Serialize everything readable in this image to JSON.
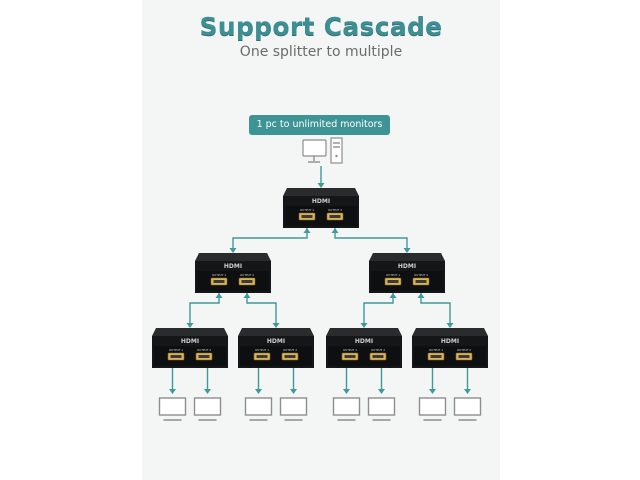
{
  "title": "Support Cascade",
  "subtitle": "One splitter to multiple",
  "badge": "1 pc to unlimited monitors",
  "splitter": {
    "brand": "HDMI",
    "port_labels": [
      "OUTPUT 1",
      "OUTPUT 2"
    ]
  },
  "colors": {
    "accent": "#3e9494",
    "title": "#3d8f93",
    "splitter_body": "#151617",
    "monitor_outline": "#8e8e8e"
  },
  "icons": {
    "source": "desktop-pc-icon",
    "display": "monitor-icon"
  },
  "structure": {
    "levels": [
      1,
      2,
      4
    ],
    "outputs_per_splitter": 2,
    "monitors": 8
  }
}
